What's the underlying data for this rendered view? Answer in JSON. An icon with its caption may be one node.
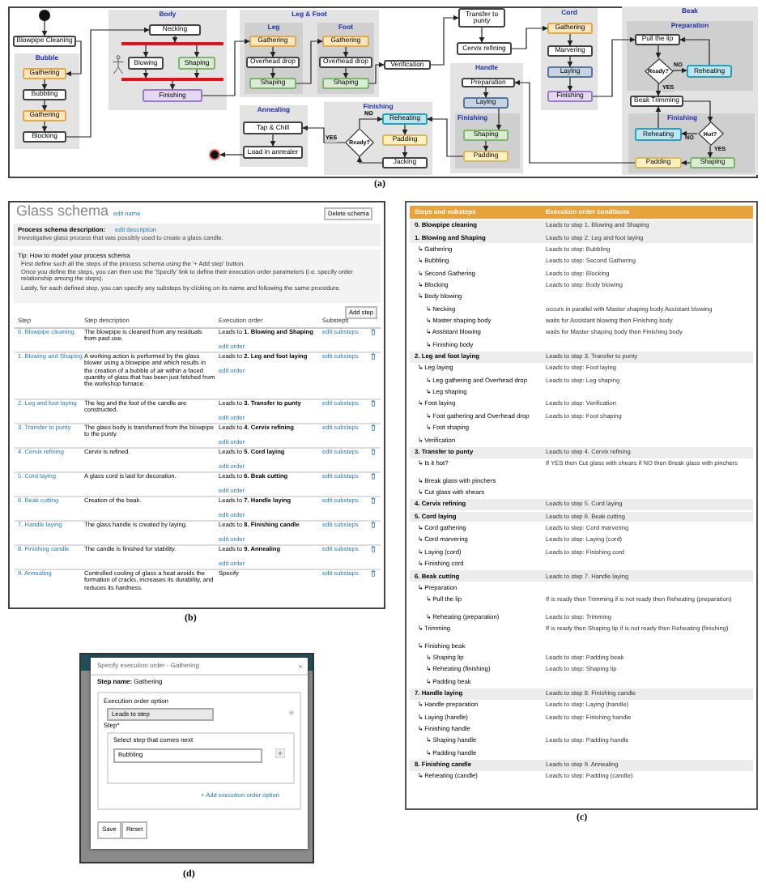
{
  "diagram": {
    "nodes": [
      {
        "text": [],
        "shape": "circle"
      },
      {
        "text": [
          "Blowpipe Cleaning"
        ]
      },
      {
        "text": [
          "Bubble"
        ]
      },
      {
        "text": [
          "Gathering"
        ],
        "in": 2
      },
      {
        "text": [
          "Bubbling"
        ],
        "in": 2
      },
      {
        "text": [
          "Gathering"
        ],
        "in": 2
      },
      {
        "text": [
          "Blocking"
        ],
        "in": 2
      },
      {
        "text": [
          "Body"
        ]
      },
      {
        "text": [
          "Necking"
        ],
        "in": 7
      },
      {
        "text": [],
        "shape": "bar",
        "in": 7
      },
      {
        "text": [
          "Blowing"
        ],
        "in": 7
      },
      {
        "text": [
          "Shaping"
        ],
        "in": 7
      },
      {
        "text": [],
        "shape": "bar",
        "in": 7
      },
      {
        "text": [
          "Finishing"
        ],
        "in": 7
      },
      {
        "text": [
          "Leg & Foot"
        ]
      },
      {
        "text": [
          "Leg"
        ],
        "in": 14
      },
      {
        "text": [
          "Gathering"
        ],
        "in": 15
      },
      {
        "text": [
          "Overhead drop"
        ],
        "in": 15
      },
      {
        "text": [
          "Shaping"
        ],
        "in": 15
      },
      {
        "text": [
          "Foot"
        ],
        "in": 14
      },
      {
        "text": [
          "Gathering"
        ],
        "in": 19
      },
      {
        "text": [
          "Overhead drop"
        ],
        "in": 19
      },
      {
        "text": [
          "Shaping"
        ],
        "in": 19
      },
      {
        "text": [
          "Verification"
        ]
      },
      {
        "text": [
          "Transfer to punty"
        ]
      },
      {
        "text": [
          "Cervix refining"
        ]
      },
      {
        "text": [
          "Cord"
        ]
      },
      {
        "text": [
          "Gathering"
        ],
        "in": 26
      },
      {
        "text": [
          "Marvering"
        ],
        "in": 26
      },
      {
        "text": [
          "Laying"
        ],
        "in": 26
      },
      {
        "text": [
          "Finishing"
        ],
        "in": 26
      },
      {
        "text": [
          "Beak"
        ]
      },
      {
        "text": [
          "Preparation"
        ],
        "in": 31
      },
      {
        "text": [
          "Pull the lip"
        ],
        "in": 32
      },
      {
        "text": [
          "Ready?"
        ],
        "in": 32
      },
      {
        "text": [
          "Reheating"
        ],
        "in": 32
      },
      {
        "text": [
          "Beak Trimming"
        ],
        "in": 31
      },
      {
        "text": [
          "Finishing"
        ],
        "in": 31
      },
      {
        "text": [
          "Hot?"
        ],
        "in": 37
      },
      {
        "text": [
          "Reheating"
        ],
        "in": 37
      },
      {
        "text": [
          "Shaping"
        ],
        "in": 37
      },
      {
        "text": [
          "Padding"
        ],
        "in": 37
      },
      {
        "text": [
          "Handle"
        ]
      },
      {
        "text": [
          "Preparation"
        ],
        "in": 42
      },
      {
        "text": [
          "Laying"
        ],
        "in": 42
      },
      {
        "text": [
          "Finishing"
        ],
        "in": 42
      },
      {
        "text": [
          "Shaping"
        ],
        "in": 45
      },
      {
        "text": [
          "Padding"
        ],
        "in": 45
      },
      {
        "text": [
          "Finishing"
        ]
      },
      {
        "text": [
          "Reheating"
        ],
        "in": 48
      },
      {
        "text": [
          "Padding"
        ],
        "in": 48
      },
      {
        "text": [
          "Jacking"
        ],
        "in": 48
      },
      {
        "text": [
          "Ready?"
        ],
        "in": 48
      },
      {
        "text": [
          "Annealing"
        ]
      },
      {
        "text": [
          "Tap & Chill"
        ],
        "in": 53
      },
      {
        "text": [
          "Load in annealer"
        ],
        "in": 53
      },
      {
        "text": [],
        "shape": "circle"
      }
    ],
    "edges": [
      {
        "from": 0,
        "to": 1,
        "arrow": "to"
      },
      {
        "from": 1,
        "to": 3,
        "arrow": "to"
      },
      {
        "from": 3,
        "to": 4,
        "arrow": "to"
      },
      {
        "from": 4,
        "to": 5,
        "arrow": "to"
      },
      {
        "from": 5,
        "to": 6,
        "arrow": "to"
      },
      {
        "from": 6,
        "to": 8,
        "arrow": "to"
      },
      {
        "from": 8,
        "to": 9,
        "arrow": "to"
      },
      {
        "from": 9,
        "to": 10,
        "arrow": "to"
      },
      {
        "from": 9,
        "to": 11,
        "arrow": "to"
      },
      {
        "from": 10,
        "to": 12,
        "arrow": "to"
      },
      {
        "from": 11,
        "to": 12,
        "arrow": "to"
      },
      {
        "from": 12,
        "to": 13,
        "arrow": "to"
      },
      {
        "from": 13,
        "to": 16,
        "arrow": "to"
      },
      {
        "from": 16,
        "to": 17,
        "arrow": "to"
      },
      {
        "from": 17,
        "to": 18,
        "arrow": "to"
      },
      {
        "from": 18,
        "to": 20,
        "arrow": "to"
      },
      {
        "from": 20,
        "to": 21,
        "arrow": "to"
      },
      {
        "from": 21,
        "to": 22,
        "arrow": "to"
      },
      {
        "from": 22,
        "to": 23,
        "arrow": "to"
      },
      {
        "from": 23,
        "to": 24,
        "arrow": "to"
      },
      {
        "from": 24,
        "to": 25,
        "arrow": "to"
      },
      {
        "from": 25,
        "to": 27,
        "arrow": "to"
      },
      {
        "from": 27,
        "to": 28,
        "arrow": "to"
      },
      {
        "from": 28,
        "to": 29,
        "arrow": "to"
      },
      {
        "from": 29,
        "to": 30,
        "arrow": "to"
      },
      {
        "from": 30,
        "to": 33,
        "arrow": "to"
      },
      {
        "from": 33,
        "to": 34,
        "arrow": "to"
      },
      {
        "from": 34,
        "to": 35,
        "arrow": "to",
        "label": "NO"
      },
      {
        "from": 35,
        "to": 33,
        "arrow": "to"
      },
      {
        "from": 34,
        "to": 36,
        "arrow": "to",
        "label": "YES"
      },
      {
        "from": 36,
        "to": 38,
        "arrow": "to"
      },
      {
        "from": 38,
        "to": 39,
        "arrow": "to",
        "label": "NO"
      },
      {
        "from": 39,
        "to": 36,
        "arrow": "to"
      },
      {
        "from": 38,
        "to": 40,
        "arrow": "to",
        "label": "YES"
      },
      {
        "from": 40,
        "to": 41,
        "arrow": "to"
      },
      {
        "from": 41,
        "to": 43,
        "arrow": "to"
      },
      {
        "from": 43,
        "to": 44,
        "arrow": "to"
      },
      {
        "from": 44,
        "to": 46,
        "arrow": "to"
      },
      {
        "from": 46,
        "to": 47,
        "arrow": "to"
      },
      {
        "from": 47,
        "to": 49,
        "arrow": "to"
      },
      {
        "from": 49,
        "to": 50,
        "arrow": "to"
      },
      {
        "from": 50,
        "to": 51,
        "arrow": "to"
      },
      {
        "from": 51,
        "to": 52,
        "arrow": "to"
      },
      {
        "from": 52,
        "to": 49,
        "arrow": "to",
        "label": "NO"
      },
      {
        "from": 52,
        "to": 54,
        "arrow": "to",
        "label": "YES"
      },
      {
        "from": 54,
        "to": 55,
        "arrow": "to"
      },
      {
        "from": 55,
        "to": 56,
        "arrow": "to"
      }
    ],
    "labels": [
      "(a)",
      "Glass schema",
      "edit name",
      "Delete schema",
      "Process schema description:",
      "edit description",
      "Investigative glass process that was possibly used to create a glass candle.",
      "Tip: How to model your process schema",
      "First define such all the steps of the process schema using the '+ Add step' button.",
      "Once you define the steps, you can then use the 'Specify' link to define their execution order parameters (i.e. specify order relationship among the steps).",
      "Lastly, for each defined step, you can specify any substeps by clicking on its name and following the same procedure.",
      "Add step",
      "Step",
      "Step description",
      "Execution order",
      "Substeps",
      "0. Blowpipe cleaning",
      "The blowpipe is cleaned from any residuals from past use.",
      "Leads to **1. Blowing and Shaping**",
      "edit order",
      "edit substeps",
      "1. Blowing and Shaping",
      "A working action is performed by the glass blower using a blowpipe and which results in the creation of a bubble of air within a faced quantity of glass that has been just fetched from the workshop furnace.",
      "Leads to **2. Leg and foot laying**",
      "edit order",
      "edit substeps",
      "2. Leg and foot laying",
      "The leg and the foot of the candle are constructed.",
      "Leads to **3. Transfer to punty**",
      "edit order",
      "edit substeps",
      "3. Transfer to punty",
      "The glass body is transferred from the blowpipe to the punty.",
      "Leads to **4. Cervix refining**",
      "edit order",
      "edit substeps",
      "4. Cervix refining",
      "Cervix is refined.",
      "Leads to **5. Cord laying**",
      "edit order",
      "edit substeps",
      "5. Cord laying",
      "A glass cord is laid for decoration.",
      "Leads to **6. Beak cutting**",
      "edit order",
      "edit substeps",
      "6. Beak cutting",
      "Creation of the beak.",
      "Leads to **7. Handle laying**",
      "edit order",
      "edit substeps",
      "7. Handle laying",
      "The glass handle is created by laying.",
      "Leads to **8. Finishing candle**",
      "edit order",
      "edit substeps",
      "8. Finishing candle",
      "The candle is finished for stability.",
      "Leads to **9. Annealing**",
      "edit order",
      "edit substeps",
      "9. Annealing",
      "Controlled cooling of glass a heat avoids the formation of cracks, increases its durability, and reduces its hardness.",
      "Specify",
      "edit substeps",
      "(b)",
      "Specify execution order - Gathering",
      "**Step name:** Gathering",
      "Execution order option",
      "Leads to step",
      "Step*",
      "Select step that comes next",
      "Bubbling",
      "+ Add execution order option",
      "Save",
      "Reset",
      "(d)",
      "Steps and substeps",
      "Execution order conditions",
      "0. Blowpipe cleaning",
      "Leads to step 1. Blowing and Shaping",
      "1. Blowing and Shaping",
      "Leads to step 2. Leg and foot laying",
      "↳ Gathering",
      "Leads to step: Bubbling",
      "↳ Bubbling",
      "Leads to step: Second Gathering",
      "↳ Second Gathering",
      "Leads to step: Blocking",
      "↳ Blocking",
      "Leads to step: Body blowing",
      "↳ Body blowing",
      "↳ Necking",
      "occurs in parallel with Master shaping body Assistant blowing",
      "↳ Master shaping body",
      "waits for Assistant blowing then Finishing body",
      "↳ Assistant blowing",
      "waits for Master shaping body then Finishing body",
      "↳ Finishing body",
      "2. Leg and foot laying",
      "Leads to step 3. Transfer to punty",
      "↳ Leg laying",
      "Leads to step: Foot laying",
      "↳ Leg gathering and Overhead drop",
      "Leads to step: Leg shaping",
      "↳ Leg shaping",
      "↳ Foot laying",
      "Leads to step: Verification",
      "↳ Foot gathering and Overhead drop",
      "Leads to step: Foot shaping",
      "↳ Foot shaping",
      "↳ Verification",
      "3. Transfer to punty",
      "Leads to step 4. Cervix refining",
      "↳ Is it hot?",
      "If YES then Cut glass with shears if NO then Break glass with pinchers",
      "↳ Break glass with pinchers",
      "↳ Cut glass with shears",
      "4. Cervix refining",
      "Leads to step 5. Cord laying",
      "5. Cord laying",
      "Leads to step 6. Beak cutting",
      "↳ Cord gathering",
      "Leads to step: Cord marvering",
      "↳ Cord marvering",
      "Leads to step: Laying (cord)",
      "↳ Laying (cord)",
      "Leads to step: Finishing cord",
      "↳ Finishing cord",
      "6. Beak cutting",
      "Leads to step 7. Handle laying",
      "↳ Preparation",
      "↳ Pull the lip",
      "If is ready then Trimming if is not ready then Reheating (preparation)",
      "↳ Reheating (preparation)",
      "Leads to step: Trimming",
      "↳ Trimming",
      "If is ready then Shaping lip if is not ready then Reheating (finishing)",
      "↳ Finishing beak",
      "↳ Shaping lip",
      "Leads to step: Padding beak",
      "↳ Reheating (finishing)",
      "Leads to step: Shaping lip",
      "↳ Padding beak",
      "7. Handle laying",
      "Leads to step 8. Finishing candle",
      "↳ Handle preparation",
      "Leads to step: Laying (handle)",
      "↳ Laying (handle)",
      "Leads to step: Finishing handle",
      "↳ Finishing handle",
      "↳ Shaping handle",
      "Leads to step: Padding handle",
      "↳ Padding handle",
      "8. Finishing candle",
      "Leads to step 9. Annealing",
      "↳ Reheating (candle)",
      "Leads to step: Padding (candle)",
      "(c)"
    ]
  }
}
